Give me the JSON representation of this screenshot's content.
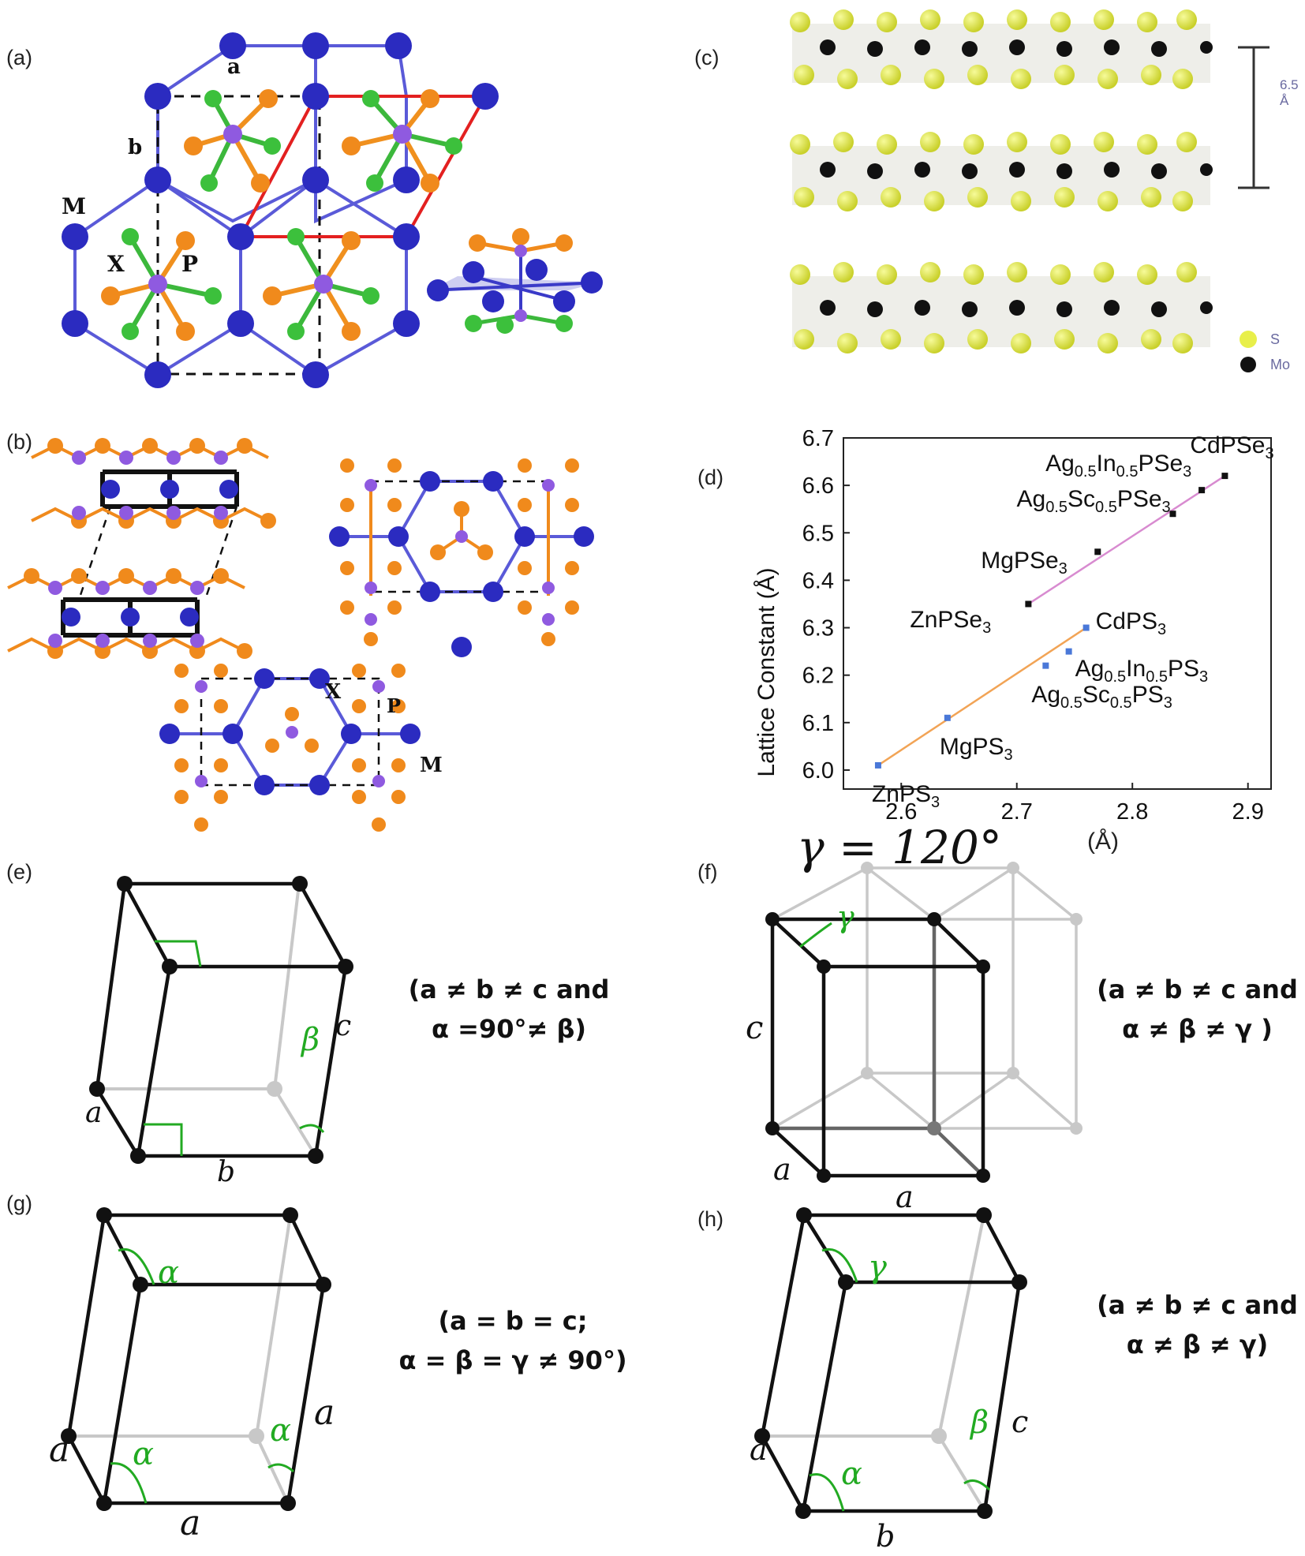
{
  "panels": {
    "a": {
      "label": "(a)",
      "vec_a": "a",
      "vec_b": "b",
      "atom_M": "M",
      "atom_X": "X",
      "atom_P": "P"
    },
    "b": {
      "label": "(b)",
      "atom_X": "X",
      "atom_P": "P",
      "atom_M": "M"
    },
    "c": {
      "label": "(c)",
      "spacing": "6.5 Å",
      "legend": [
        {
          "name": "S",
          "color": "#e8ef4a"
        },
        {
          "name": "Mo",
          "color": "#111111"
        }
      ]
    },
    "d": {
      "label": "(d)"
    },
    "e": {
      "label": "(e)",
      "caption_line1": "(a ≠ b ≠ c and",
      "caption_line2": "α =90°≠ β)",
      "edge_a": "a",
      "edge_b": "b",
      "edge_c": "c",
      "angle_beta": "β"
    },
    "f": {
      "label": "(f)",
      "title": "γ = 120°",
      "caption_line1": "(a ≠ b ≠ c and",
      "caption_line2": "α ≠ β ≠ γ )",
      "edge_c": "c",
      "edge_a1": "a",
      "edge_a2": "a",
      "angle_gamma": "γ"
    },
    "g": {
      "label": "(g)",
      "caption_line1": "(a = b = c;",
      "caption_line2": "α = β = γ ≠ 90°)",
      "edge_a1": "a",
      "edge_a2": "a",
      "edge_a3": "a",
      "angle_alpha1": "α",
      "angle_alpha2": "α",
      "angle_alpha3": "α"
    },
    "h": {
      "label": "(h)",
      "caption_line1": "(a ≠ b ≠ c and",
      "caption_line2": "α ≠ β ≠ γ)",
      "edge_a": "a",
      "edge_b": "b",
      "edge_c": "c",
      "angle_alpha": "α",
      "angle_beta": "β",
      "angle_gamma": "γ"
    }
  },
  "colors": {
    "metal": "#3a3ac8",
    "phosphorus": "#8f5ae0",
    "chalcogen_orange": "#f08a1c",
    "chalcogen_green": "#3cc03c",
    "unit_cell_red": "#e32020",
    "angle_green": "#22aa22",
    "line_pink": "#d88bd0",
    "line_orange": "#f2a456",
    "pt_blue": "#4a78d8"
  },
  "chart_data": {
    "type": "scatter",
    "title": "",
    "xlabel": "(Å)",
    "ylabel": "Lattice Constant (Å)",
    "xlim": [
      2.55,
      2.92
    ],
    "ylim": [
      5.96,
      6.7
    ],
    "xticks": [
      "2.6",
      "2.7",
      "2.8",
      "2.9"
    ],
    "yticks": [
      "6.0",
      "6.1",
      "6.2",
      "6.3",
      "6.4",
      "6.5",
      "6.6",
      "6.7"
    ],
    "grid": false,
    "series": [
      {
        "points": [
          {
            "label": "ZnPSe3",
            "x": 2.71,
            "y": 6.35
          },
          {
            "label": "MgPSe3",
            "x": 2.77,
            "y": 6.46
          },
          {
            "label": "Ag0.5Sc0.5PSe3",
            "x": 2.835,
            "y": 6.54
          },
          {
            "label": "Ag0.5In0.5PSe3",
            "x": 2.86,
            "y": 6.59
          },
          {
            "label": "CdPSe3",
            "x": 2.88,
            "y": 6.62
          }
        ]
      },
      {
        "points": [
          {
            "label": "ZnPS3",
            "x": 2.58,
            "y": 6.01
          },
          {
            "label": "MgPS3",
            "x": 2.64,
            "y": 6.11
          },
          {
            "label": "Ag0.5Sc0.5PS3",
            "x": 2.725,
            "y": 6.22
          },
          {
            "label": "Ag0.5In0.5PS3",
            "x": 2.745,
            "y": 6.25
          },
          {
            "label": "CdPS3",
            "x": 2.76,
            "y": 6.3
          }
        ]
      }
    ],
    "annotations": [
      {
        "main": "ZnPSe",
        "sub": "3",
        "tail": ""
      },
      {
        "main": "MgPSe",
        "sub": "3",
        "tail": ""
      },
      {
        "main": "Ag",
        "sub": "0.5",
        "main2": "Sc",
        "sub2": "0.5",
        "tail": "PSe",
        "sub3": "3"
      },
      {
        "main": "Ag",
        "sub": "0.5",
        "main2": "In",
        "sub2": "0.5",
        "tail": "PSe",
        "sub3": "3"
      },
      {
        "main": "CdPSe",
        "sub": "3",
        "tail": ""
      },
      {
        "main": "ZnPS",
        "sub": "3",
        "tail": ""
      },
      {
        "main": "MgPS",
        "sub": "3",
        "tail": ""
      },
      {
        "main": "Ag",
        "sub": "0.5",
        "main2": "Sc",
        "sub2": "0.5",
        "tail": "PS",
        "sub3": "3"
      },
      {
        "main": "Ag",
        "sub": "0.5",
        "main2": "In",
        "sub2": "0.5",
        "tail": "PS",
        "sub3": "3"
      },
      {
        "main": "CdPS",
        "sub": "3",
        "tail": ""
      }
    ]
  }
}
